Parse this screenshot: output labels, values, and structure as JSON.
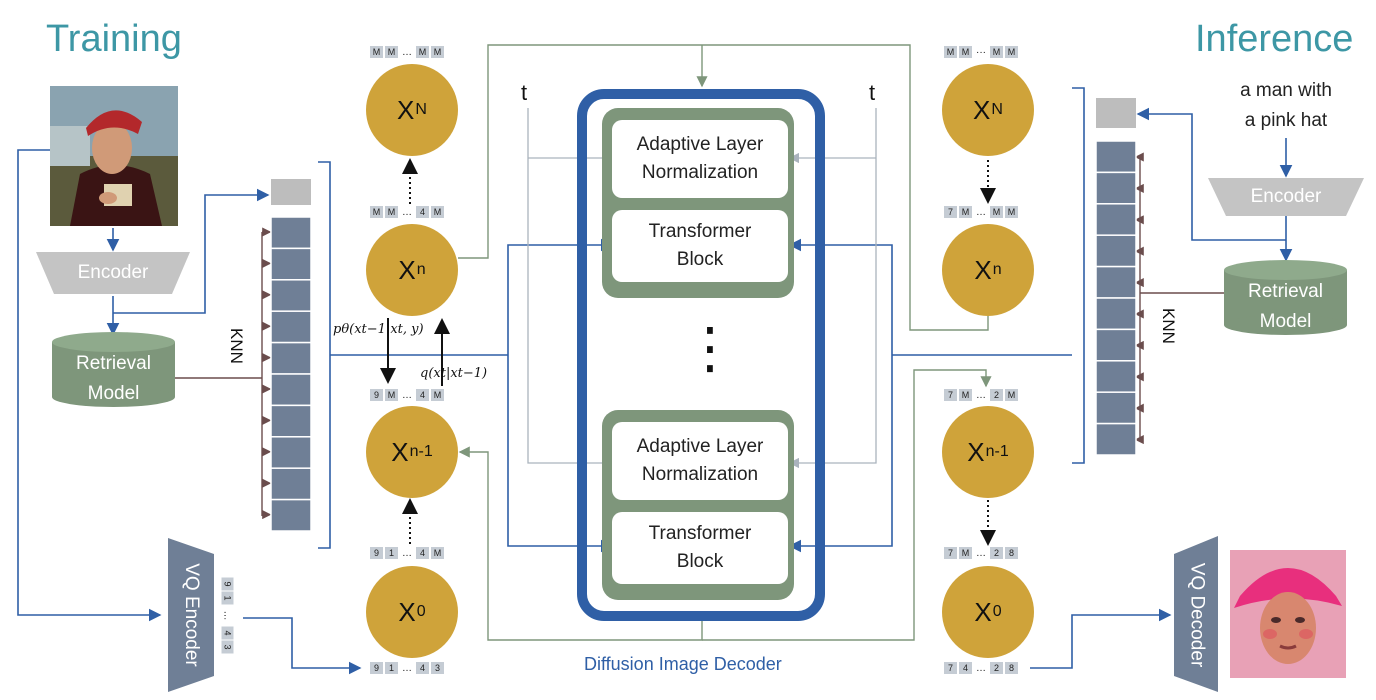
{
  "titles": {
    "training": "Training",
    "inference": "Inference"
  },
  "prompt": {
    "line1": "a man with",
    "line2": "a pink hat"
  },
  "encoder_label": "Encoder",
  "retrieval": {
    "line1": "Retrieval",
    "line2": "Model"
  },
  "knn_label": "KNN",
  "vq_encoder_label": "VQ Encoder",
  "vq_decoder_label": "VQ Decoder",
  "decoder_title": "Diffusion Image Decoder",
  "t_label": "t",
  "vertical_ellipsis": "⋮",
  "adaptive": {
    "line1": "Adaptive Layer",
    "line2": "Normalization"
  },
  "transformer": {
    "line1": "Transformer",
    "line2": "Block"
  },
  "nodes": {
    "xN": {
      "base": "X",
      "sub": "N"
    },
    "xn": {
      "base": "X",
      "sub": "n"
    },
    "xn1": {
      "base": "X",
      "sub": "n-1"
    },
    "x0": {
      "base": "X",
      "sub": "0"
    }
  },
  "equations": {
    "reverse": "pθ(xt−1|xt, y)",
    "forward": "q(xt|xt−1)"
  },
  "tokens": {
    "left_top": [
      "M",
      "M",
      "…",
      "M",
      "M"
    ],
    "left_n": [
      "M",
      "M",
      "…",
      "4",
      "M"
    ],
    "left_n1": [
      "9",
      "M",
      "…",
      "4",
      "M"
    ],
    "left_0": [
      "9",
      "1",
      "…",
      "4",
      "M"
    ],
    "left_bottom": [
      "9",
      "1",
      "…",
      "4",
      "3"
    ],
    "right_top": [
      "M",
      "M",
      "···",
      "M",
      "M"
    ],
    "right_n": [
      "7",
      "M",
      "…",
      "M",
      "M"
    ],
    "right_n1": [
      "7",
      "M",
      "…",
      "2",
      "M"
    ],
    "right_0": [
      "7",
      "M",
      "…",
      "2",
      "8"
    ],
    "right_bottom": [
      "7",
      "4",
      "…",
      "2",
      "8"
    ],
    "vq_col_top": [
      "9",
      "1"
    ],
    "vq_col_mid": "…",
    "vq_col_bot": [
      "4",
      "3"
    ]
  },
  "colors": {
    "title": "#3d97a5",
    "node": "#cfa33a",
    "green": "#7e967b",
    "blue": "#2f5fa6",
    "slate": "#6f7f96",
    "grey": "#c4c4c4"
  },
  "icons": {
    "painting": "portrait-painting-icon",
    "generated": "generated-portrait-icon"
  }
}
